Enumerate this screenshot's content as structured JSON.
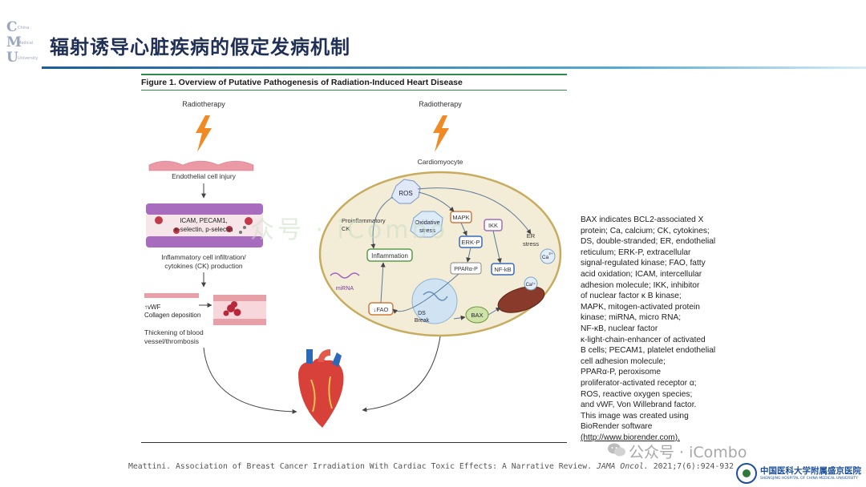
{
  "slide": {
    "title": "辐射诱导心脏疾病的假定发病机制",
    "logo": {
      "letters": [
        "C",
        "M",
        "U"
      ],
      "words": [
        "China",
        "Medical",
        "University"
      ]
    }
  },
  "figure": {
    "title": "Figure 1. Overview of Putative Pathogenesis of Radiation-Induced Heart Disease",
    "left_panel": {
      "radiotherapy": "Radiotherapy",
      "step1": "Endothelial cell injury",
      "adhesion_line1": "ICAM, PECAM1,",
      "adhesion_line2": "e-selectin, p-selectin",
      "step2_line1": "Inflammatory cell infiltration/",
      "step2_line2": "cytokines (CK) production",
      "vwf": "↑vWF",
      "collagen": "Collagen deposition",
      "step3_line1": "Thickening of blood",
      "step3_line2": "vessel/thrombosis"
    },
    "right_panel": {
      "radiotherapy": "Radiotherapy",
      "cell": "Cardiomyocyte",
      "ros": "ROS",
      "proinflam_line1": "Proinflammatory",
      "proinflam_line2": "CK",
      "oxidative_line1": "Oxidative",
      "oxidative_line2": "stress",
      "mapk": "MAPK",
      "ikk": "IKK",
      "er_line1": "ER",
      "er_line2": "stress",
      "ca": "Ca",
      "ca_sup": "2+",
      "inflammation": "Inflammation",
      "erkp": "ERK-P",
      "nfkb": "NF-kB",
      "ppara": "PPARα-P",
      "mirna": "miRNA",
      "fao": "↓FAO",
      "ds_line1": "DS",
      "ds_line2": "Break",
      "bax": "BAX"
    },
    "legend": [
      "BAX indicates BCL2-associated X",
      "protein; Ca, calcium; CK, cytokines;",
      "DS, double-stranded; ER, endothelial",
      "reticulum; ERK-P, extracellular",
      "signal-regulated kinase; FAO, fatty",
      "acid oxidation; ICAM, intercellular",
      "adhesion molecule; IKK, inhibitor",
      "of nuclear factor κ B kinase;",
      "MAPK, mitogen-activated protein",
      "kinase; miRNA, micro RNA;",
      "NF-κB, nuclear factor",
      "κ-light-chain-enhancer of activated",
      "B cells; PECAM1, platelet endothelial",
      "cell adhesion molecule;",
      "PPARα-P, peroxisome",
      "proliferator-activated receptor α;",
      "ROS, reactive oxygen species;",
      "and vWF, Von Willebrand factor.",
      "This image was created using",
      "BioRender software"
    ],
    "legend_link": "(http://www.biorender.com)."
  },
  "citation": {
    "text": "Meattini. Association of Breast Cancer Irradiation With Cardiac Toxic Effects: A Narrative Review. ",
    "journal": "JAMA Oncol.",
    "ref": " 2021;7(6):924-932"
  },
  "watermark": {
    "account": "公众号 · iCombo",
    "center": "众号 · iCombo"
  },
  "hospital": {
    "name": "中国医科大学附属盛京医院",
    "name_en": "SHENGJING HOSPITAL OF CHINA MEDICAL UNIVERSITY"
  },
  "colors": {
    "title": "#1f2f55",
    "accent_green": "#2f8a4a",
    "cell_fill": "#f3ecd6",
    "bolt": "#f08a24",
    "vessel": "#e8a0a8"
  }
}
